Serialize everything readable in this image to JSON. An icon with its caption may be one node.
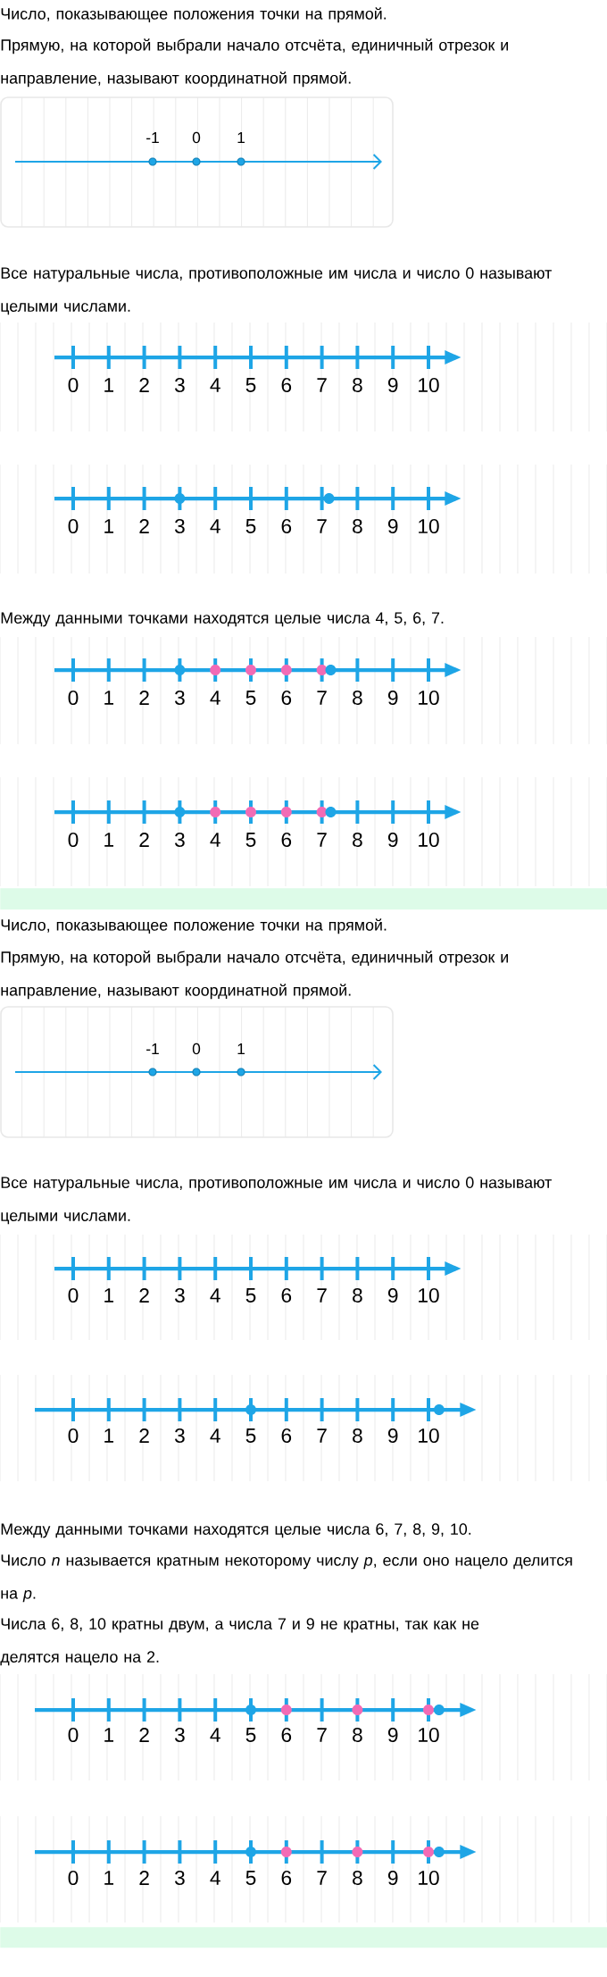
{
  "diagram": {
    "nodes": [
      {
        "text": [],
        "shape": "bar"
      },
      {
        "text": [],
        "shape": "bar"
      }
    ],
    "labels": [
      "Число, показывающее положения точки на прямой.",
      "Прямую, на которой выбрали начало отсчёта, единичный отрезок и направление, называют координатной прямой.",
      "-1",
      "0",
      "1",
      "Все натуральные числа, противоположные им числа и число 0 называют целыми числами.",
      "0",
      "1",
      "2",
      "3",
      "4",
      "5",
      "6",
      "7",
      "8",
      "9",
      "10",
      "0",
      "1",
      "2",
      "3",
      "4",
      "5",
      "6",
      "7",
      "8",
      "9",
      "10",
      "Между данными точками находятся целые числа 4, 5, 6, 7.",
      "0",
      "1",
      "2",
      "3",
      "4",
      "5",
      "6",
      "7",
      "8",
      "9",
      "10",
      "0",
      "1",
      "2",
      "3",
      "4",
      "5",
      "6",
      "7",
      "8",
      "9",
      "10",
      "Число, показывающее положение точки на прямой.",
      "Прямую, на которой выбрали начало отсчёта, единичный отрезок и направление, называют координатной прямой.",
      "-1",
      "0",
      "1",
      "Все натуральные числа, противоположные им числа и число 0 называют целыми числами.",
      "0",
      "1",
      "2",
      "3",
      "4",
      "5",
      "6",
      "7",
      "8",
      "9",
      "10",
      "0",
      "1",
      "2",
      "3",
      "4",
      "5",
      "6",
      "7",
      "8",
      "9",
      "10",
      "Между данными точками находятся целые числа 6, 7, 8, 9, 10.",
      "Число *n* называется кратным некоторому числу *p*, если оно нацело делится на *p*.",
      "Числа 6, 8, 10 кратны двум, а числа 7 и 9 не кратны, так как не делятся нацело на 2.",
      "0",
      "1",
      "2",
      "3",
      "4",
      "5",
      "6",
      "7",
      "8",
      "9",
      "10",
      "0",
      "1",
      "2",
      "3",
      "4",
      "5",
      "6",
      "7",
      "8",
      "9",
      "10"
    ]
  }
}
